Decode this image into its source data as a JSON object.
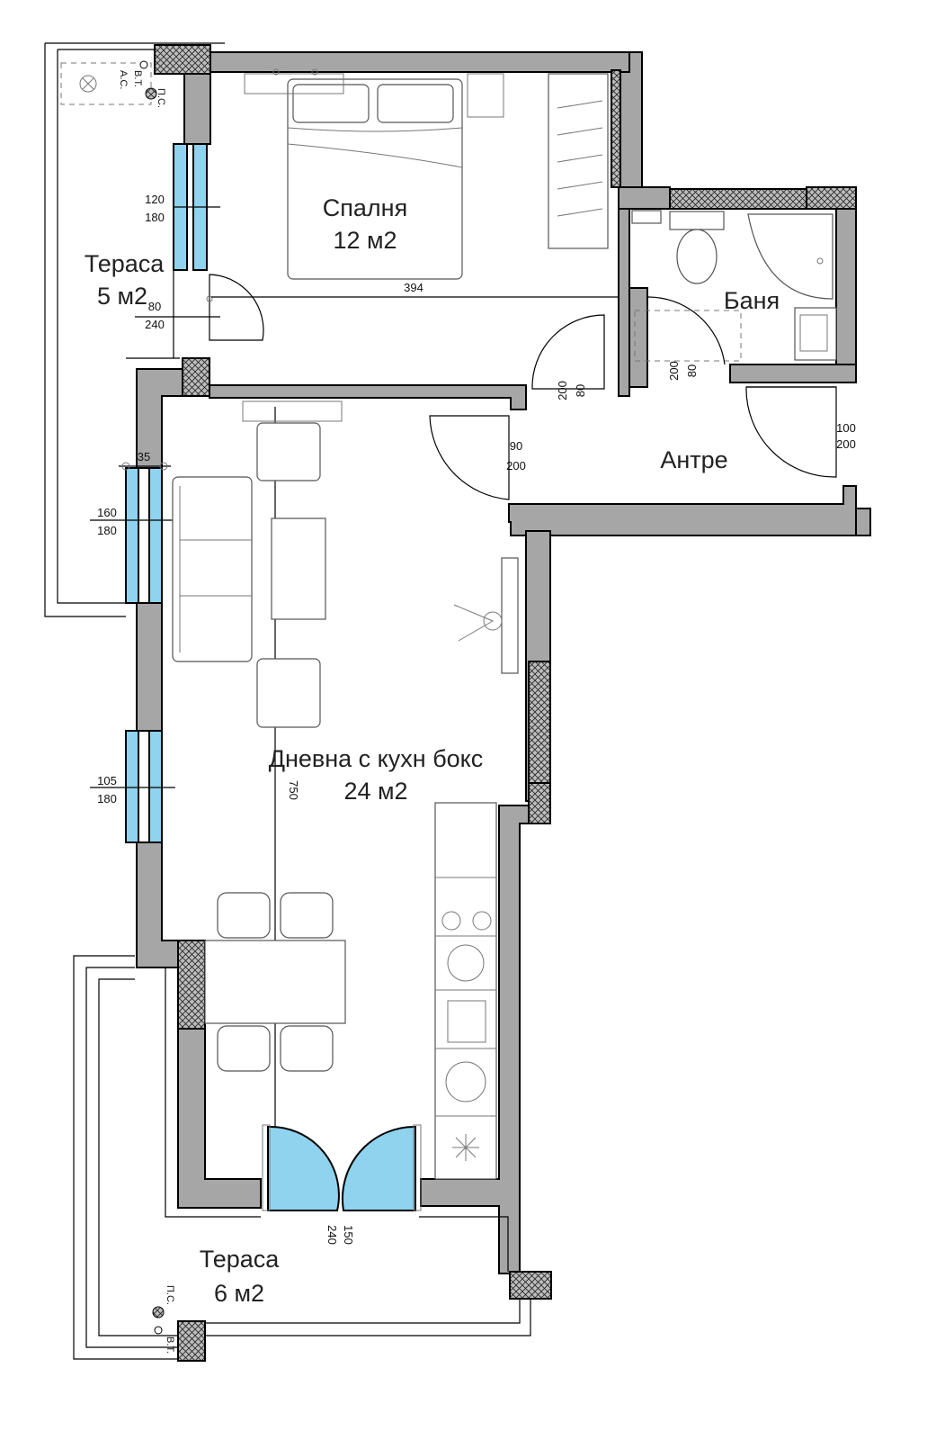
{
  "rooms": {
    "bedroom": {
      "name": "Спалня",
      "area": "12 м2"
    },
    "terrace_top": {
      "name": "Тераса",
      "area": "5 м2"
    },
    "bathroom": {
      "name": "Баня"
    },
    "hall": {
      "name": "Антре"
    },
    "living": {
      "name": "Дневна с кухн бокс",
      "area": "24 м2"
    },
    "terrace_bottom": {
      "name": "Тераса",
      "area": "6 м2"
    }
  },
  "dimensions": {
    "win_bed_w": "120",
    "win_bed_h": "180",
    "door_terrace_w": "80",
    "door_terrace_h": "240",
    "bed_len": "394",
    "door_bed_w": "80",
    "door_bed_h": "200",
    "door_bath_w": "80",
    "door_bath_h": "200",
    "door_entry_w": "100",
    "door_entry_h": "200",
    "door_living_w": "90",
    "door_living_h": "200",
    "pier": "35",
    "win_liv1_w": "160",
    "win_liv1_h": "180",
    "win_liv2_w": "105",
    "win_liv2_h": "180",
    "liv_len": "750",
    "door_balc_w": "150",
    "door_balc_h": "240"
  },
  "labels": {
    "vt": "В.Т.",
    "ac": "А.С.",
    "ps": "П.С."
  },
  "colors": {
    "wall": "#a6a6a6",
    "glass": "#8fd3ee"
  }
}
